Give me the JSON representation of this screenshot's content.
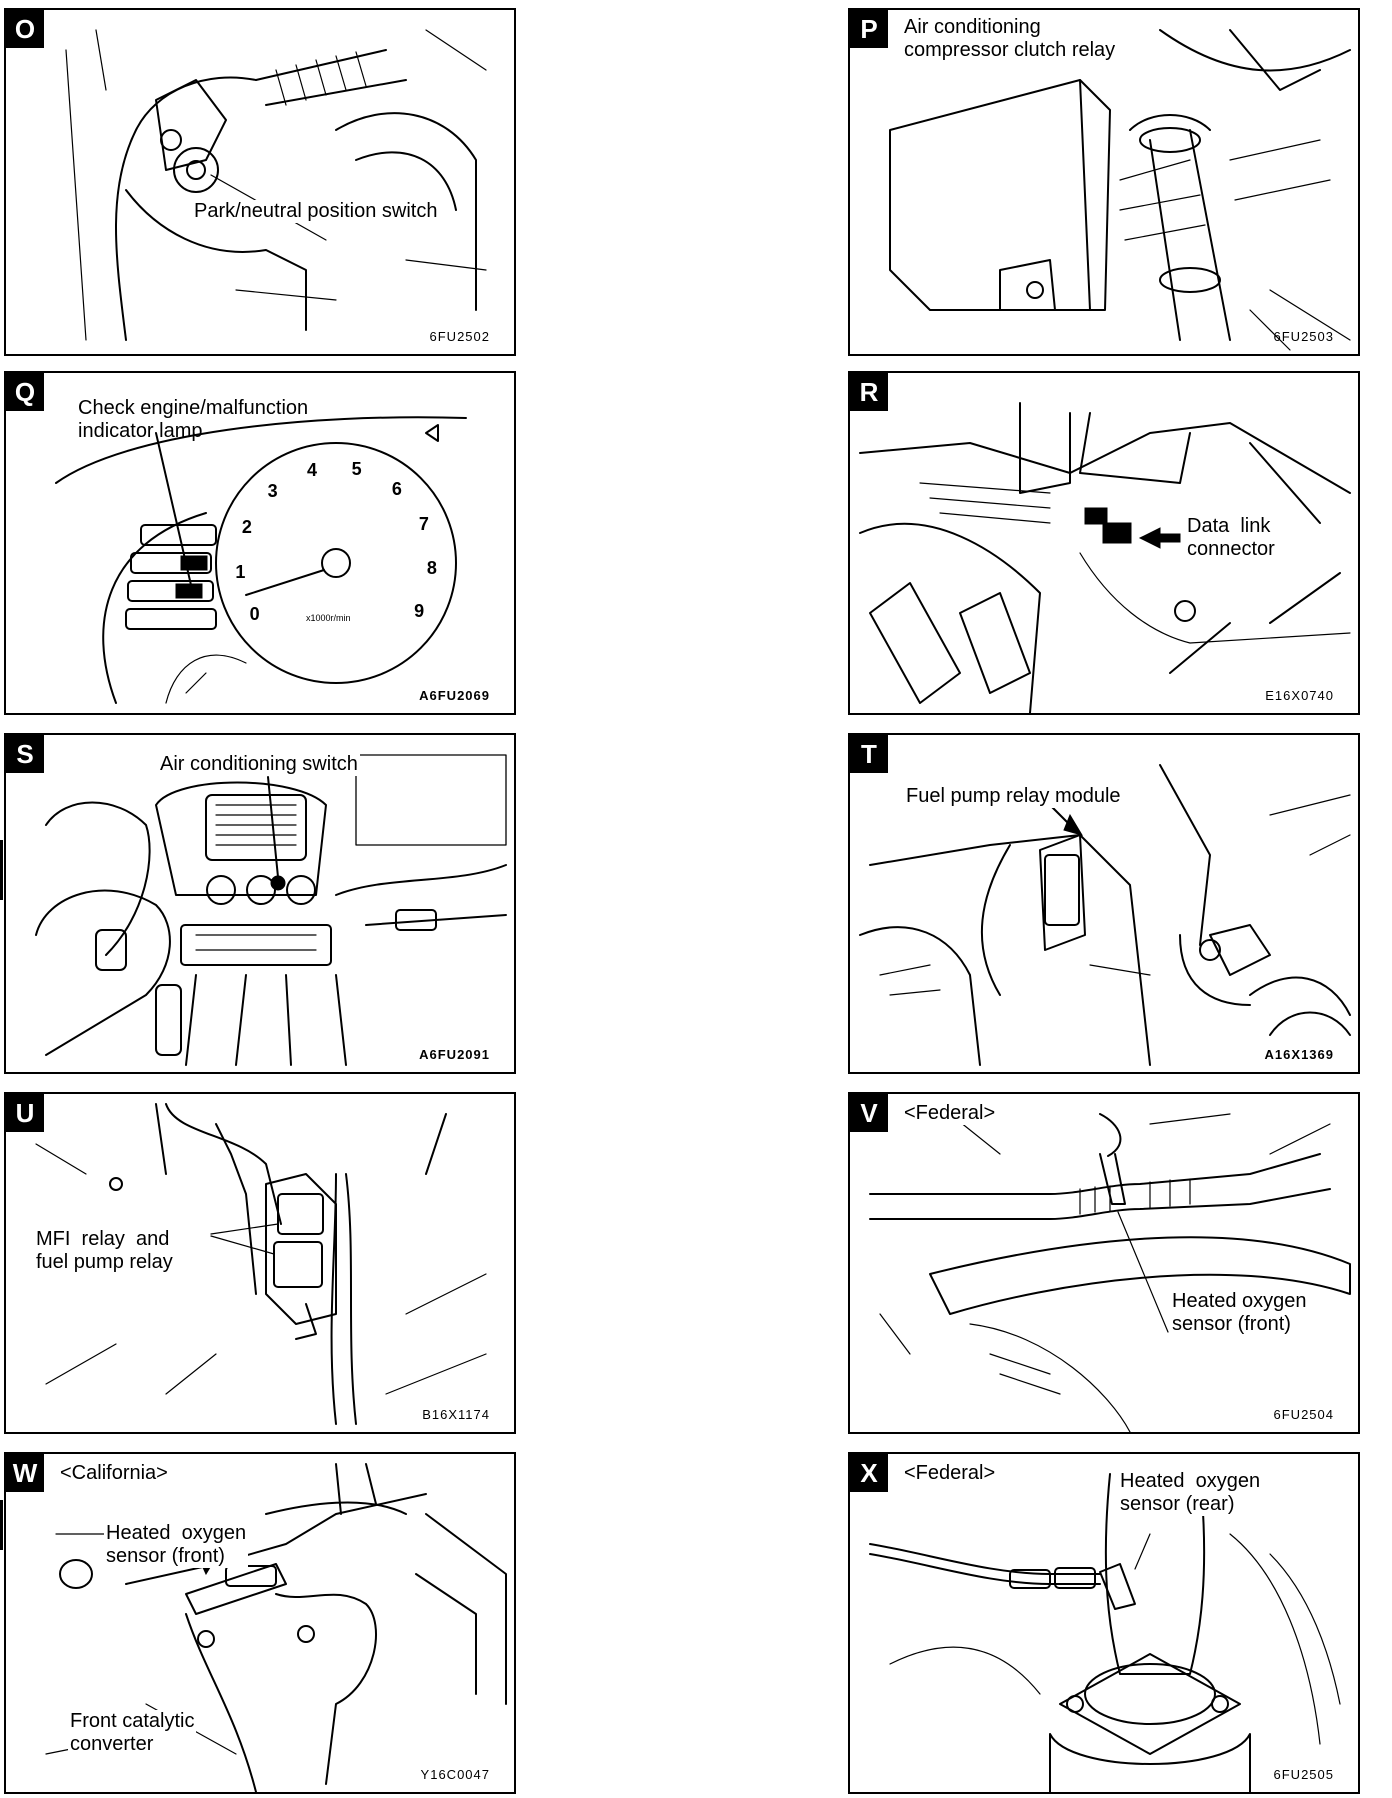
{
  "panels": {
    "O": {
      "letter": "O",
      "labels": [
        "Park/neutral position switch"
      ],
      "code": "6FU2502"
    },
    "P": {
      "letter": "P",
      "labels": [
        "Air conditioning",
        "compressor clutch relay"
      ],
      "code": "6FU2503"
    },
    "Q": {
      "letter": "Q",
      "labels": [
        "Check engine/malfunction",
        "indicator lamp"
      ],
      "code": "A6FU2069",
      "gauge": {
        "numbers": [
          "0",
          "1",
          "2",
          "3",
          "4",
          "5",
          "6",
          "7",
          "8",
          "9"
        ],
        "unit": "x1000r/min"
      }
    },
    "R": {
      "letter": "R",
      "labels": [
        "Data  link",
        "connector"
      ],
      "code": "E16X0740"
    },
    "S": {
      "letter": "S",
      "labels": [
        "Air conditioning switch"
      ],
      "code": "A6FU2091"
    },
    "T": {
      "letter": "T",
      "labels": [
        "Fuel pump relay module"
      ],
      "code": "A16X1369"
    },
    "U": {
      "letter": "U",
      "labels": [
        "MFI  relay  and",
        "fuel pump relay"
      ],
      "code": "B16X1174"
    },
    "V": {
      "letter": "V",
      "variant": "<Federal>",
      "labels": [
        "Heated oxygen",
        "sensor (front)"
      ],
      "code": "6FU2504"
    },
    "W": {
      "letter": "W",
      "variant": "<California>",
      "labels": [
        "Heated  oxygen",
        "sensor (front)"
      ],
      "labels2": [
        "Front catalytic",
        "converter"
      ],
      "code": "Y16C0047"
    },
    "X": {
      "letter": "X",
      "variant": "<Federal>",
      "labels": [
        "Heated  oxygen",
        "sensor (rear)"
      ],
      "code": "6FU2505"
    }
  }
}
